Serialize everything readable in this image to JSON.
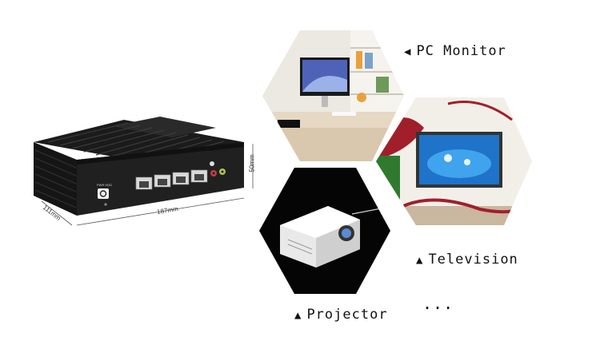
{
  "device": {
    "dimension_width": "187mm",
    "dimension_depth": "111mm",
    "dimension_height": "50mm"
  },
  "displays": [
    {
      "label": "PC Monitor",
      "marker": "◀"
    },
    {
      "label": "Television",
      "marker": "▲"
    },
    {
      "label": "Projector",
      "marker": "▲"
    }
  ],
  "more": "..."
}
